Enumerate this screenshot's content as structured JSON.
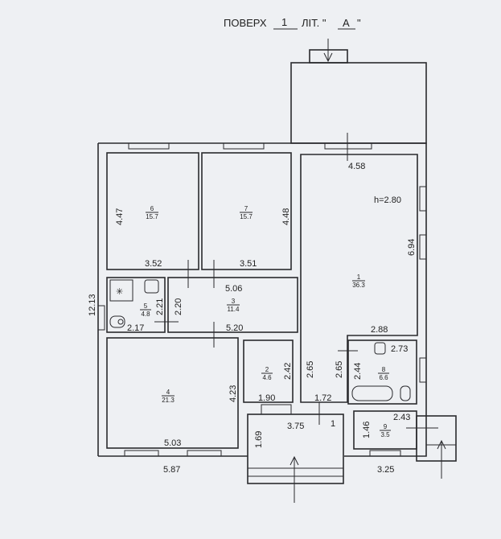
{
  "header": {
    "floor_label": "ПОВЕРХ",
    "floor_value": "1",
    "lit_label": "ЛІТ. \"",
    "lit_value": "А",
    "lit_close": "\""
  },
  "rooms": [
    {
      "num": "1",
      "area": "36.3"
    },
    {
      "num": "2",
      "area": "4.6"
    },
    {
      "num": "3",
      "area": "11.4"
    },
    {
      "num": "4",
      "area": "21.3"
    },
    {
      "num": "5",
      "area": "4.8"
    },
    {
      "num": "6",
      "area": "15.7"
    },
    {
      "num": "7",
      "area": "15.7"
    },
    {
      "num": "8",
      "area": "6.6"
    },
    {
      "num": "9",
      "area": "3.5"
    }
  ],
  "height_label": "h=2.80",
  "vestibule_num": "1",
  "dims": {
    "d458": "4.58",
    "d694": "6.94",
    "d447": "4.47",
    "d448": "4.48",
    "d352": "3.52",
    "d351": "3.51",
    "d506": "5.06",
    "d1213": "12.13",
    "d221": "2.21",
    "d220": "2.20",
    "d217": "2.17",
    "d520": "5.20",
    "d288": "2.88",
    "d273": "2.73",
    "d242": "2.42",
    "d265a": "2.65",
    "d265b": "2.65",
    "d244": "2.44",
    "d423": "4.23",
    "d190": "1.90",
    "d172": "1.72",
    "d375": "3.75",
    "d169": "1.69",
    "d503": "5.03",
    "d587": "5.87",
    "d146": "1.46",
    "d243": "2.43",
    "d325": "3.25"
  }
}
